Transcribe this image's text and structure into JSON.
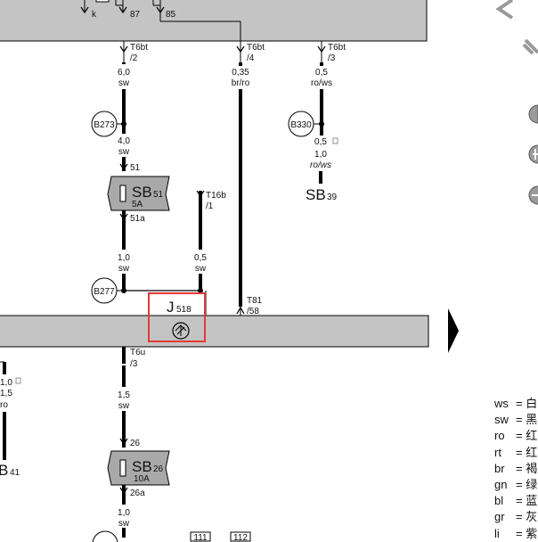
{
  "top_pins": {
    "k": "k",
    "p87": "87",
    "p85": "85"
  },
  "wires": {
    "w1": {
      "conn": "T6bt",
      "pin": "/2",
      "size": "6,0",
      "color": "sw"
    },
    "w2": {
      "conn": "T6bt",
      "pin": "/4",
      "size": "0,35",
      "color": "br/ro"
    },
    "w3": {
      "conn": "T6bt",
      "pin": "/3",
      "size": "0,5",
      "color": "ro/ws"
    },
    "w1b": {
      "size": "4,0",
      "color": "sw"
    },
    "w3b": {
      "size": "0,5",
      "size2": "1,0",
      "color": "ro/ws"
    },
    "t16b": {
      "conn": "T16b",
      "pin": "/1"
    },
    "w4": {
      "size": "1,0",
      "color": "sw"
    },
    "w5": {
      "size": "0,5",
      "color": "sw"
    },
    "t81": {
      "conn": "T81",
      "pin": "/58"
    },
    "t6u": {
      "conn": "T6u",
      "pin": "/3"
    },
    "w6": {
      "size": "1,5",
      "color": "sw"
    },
    "w7": {
      "size": "1,0",
      "color": "sw"
    },
    "left_partial": {
      "size1": "1,0",
      "size2": "1,5",
      "color": "ro"
    }
  },
  "splices": {
    "b273": "B273",
    "b330": "B330",
    "b277": "B277"
  },
  "fuses": {
    "sb51": {
      "name": "SB",
      "num": "51",
      "amp": "5A",
      "in": "51",
      "out": "51a"
    },
    "sb26": {
      "name": "SB",
      "num": "26",
      "amp": "10A",
      "in": "26",
      "out": "26a"
    }
  },
  "sb39": {
    "name": "SB",
    "num": "39"
  },
  "sb41": {
    "name": "B",
    "num": "41"
  },
  "relay": {
    "name": "J",
    "num": "518"
  },
  "bottom_refs": {
    "r1": "111",
    "r2": "112"
  },
  "legend": [
    {
      "code": "ws",
      "eq": "= 白"
    },
    {
      "code": "sw",
      "eq": "= 黑"
    },
    {
      "code": "ro",
      "eq": "= 红"
    },
    {
      "code": "rt",
      "eq": "= 红"
    },
    {
      "code": "br",
      "eq": "= 褐"
    },
    {
      "code": "gn",
      "eq": "= 绿"
    },
    {
      "code": "bl",
      "eq": "= 蓝"
    },
    {
      "code": "gr",
      "eq": "= 灰"
    },
    {
      "code": "li",
      "eq": "= 紫"
    }
  ],
  "colors": {
    "highlight": "#e53935",
    "band": "#c4c4c4",
    "fuse": "#a9a9a9",
    "wire": "#000000",
    "toolbar_icon": "#9a9a9a"
  },
  "icons": [
    "back-chevron-icon",
    "pencil-icon",
    "hand-icon",
    "zoom-in-icon",
    "zoom-out-icon",
    "next-page-arrow-icon"
  ]
}
